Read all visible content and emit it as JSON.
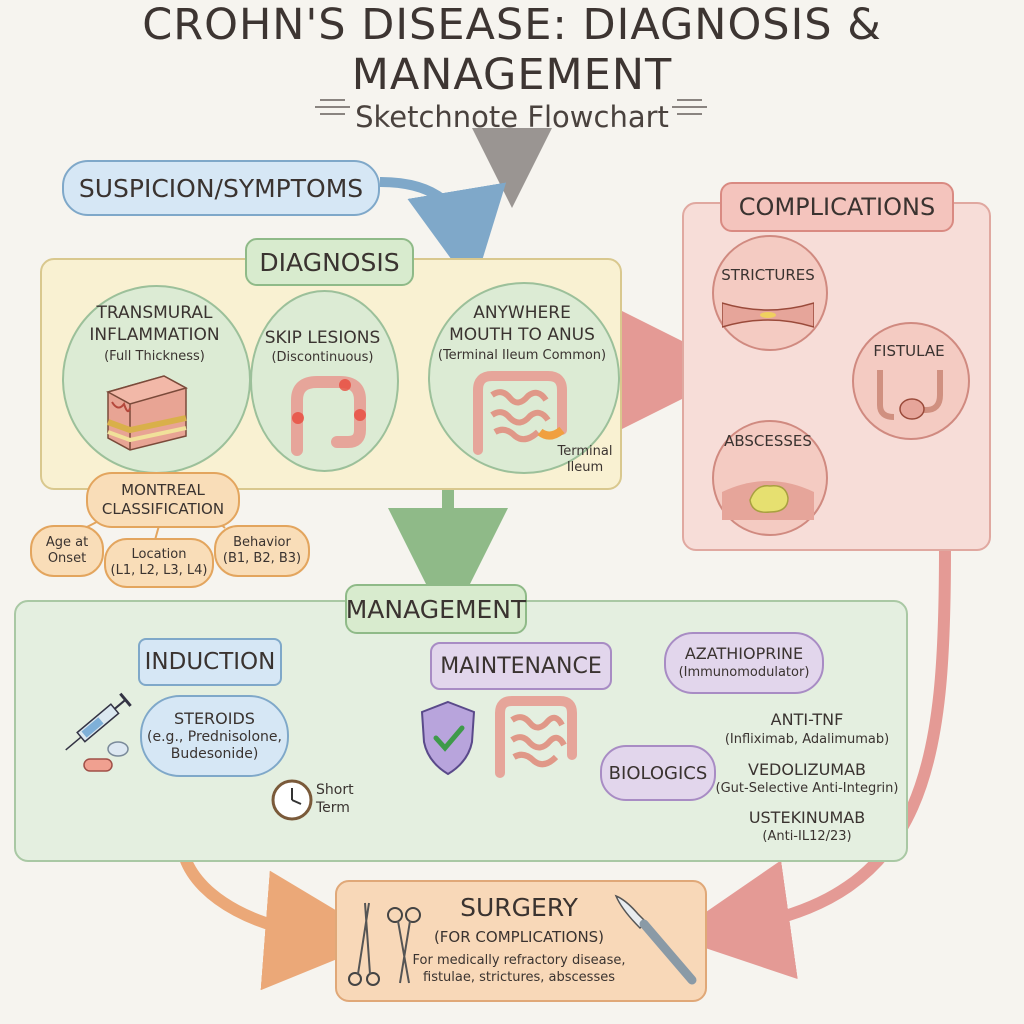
{
  "title": "CROHN'S DISEASE: DIAGNOSIS & MANAGEMENT",
  "subtitle": "Sketchnote Flowchart",
  "suspicion": "SUSPICION/SYMPTOMS",
  "diagnosis": {
    "header": "DIAGNOSIS",
    "transmural": {
      "line1": "TRANSMURAL",
      "line2": "INFLAMMATION",
      "note": "(Full Thickness)"
    },
    "skip": {
      "line1": "SKIP LESIONS",
      "note": "(Discontinuous)"
    },
    "anywhere": {
      "line1": "ANYWHERE",
      "line2": "MOUTH TO ANUS",
      "note": "(Terminal Ileum Common)"
    },
    "terminal_ileum": {
      "line1": "Terminal",
      "line2": "Ileum"
    },
    "montreal": {
      "line1": "MONTREAL",
      "line2": "CLASSIFICATION"
    },
    "age": {
      "line1": "Age at",
      "line2": "Onset"
    },
    "location": {
      "line1": "Location",
      "line2": "(L1, L2, L3, L4)"
    },
    "behavior": {
      "line1": "Behavior",
      "line2": "(B1, B2, B3)"
    }
  },
  "complications": {
    "header": "COMPLICATIONS",
    "strictures": "STRICTURES",
    "fistulae": "FISTULAE",
    "abscesses": "ABSCESSES"
  },
  "management": {
    "header": "MANAGEMENT",
    "induction": "INDUCTION",
    "steroids": {
      "line1": "STEROIDS",
      "line2": "(e.g., Prednisolone,",
      "line3": "Budesonide)"
    },
    "short_term": {
      "line1": "Short",
      "line2": "Term"
    },
    "maintenance": "MAINTENANCE",
    "azathioprine": {
      "line1": "AZATHIOPRINE",
      "line2": "(Immunomodulator)"
    },
    "biologics": "BIOLOGICS",
    "anti_tnf": {
      "line1": "ANTI-TNF",
      "line2": "(Infliximab, Adalimumab)"
    },
    "vedolizumab": {
      "line1": "VEDOLIZUMAB",
      "line2": "(Gut-Selective Anti-Integrin)"
    },
    "ustekinumab": {
      "line1": "USTEKINUMAB",
      "line2": "(Anti-IL12/23)"
    }
  },
  "surgery": {
    "header": "SURGERY",
    "sub": "(FOR COMPLICATIONS)",
    "line1": "For medically refractory disease,",
    "line2": "fistulae, strictures, abscesses"
  },
  "colors": {
    "diagnosis_panel": "#f9f1d2",
    "complications_panel": "#f7ddd8",
    "management_panel": "#e4efe0",
    "surgery_panel": "#f8d8b8",
    "blue_pill": "#d6e7f5",
    "green_pill": "#d8ebce",
    "purple_pill": "#e2d6ec",
    "red_pill": "#f4c4bd",
    "orange_pill": "#f9ddb8"
  },
  "icons": [
    "syringe-icon",
    "pill-icon",
    "clock-icon",
    "shield-check-icon",
    "intestine-icon",
    "scissors-icon",
    "forceps-icon",
    "scalpel-icon"
  ]
}
